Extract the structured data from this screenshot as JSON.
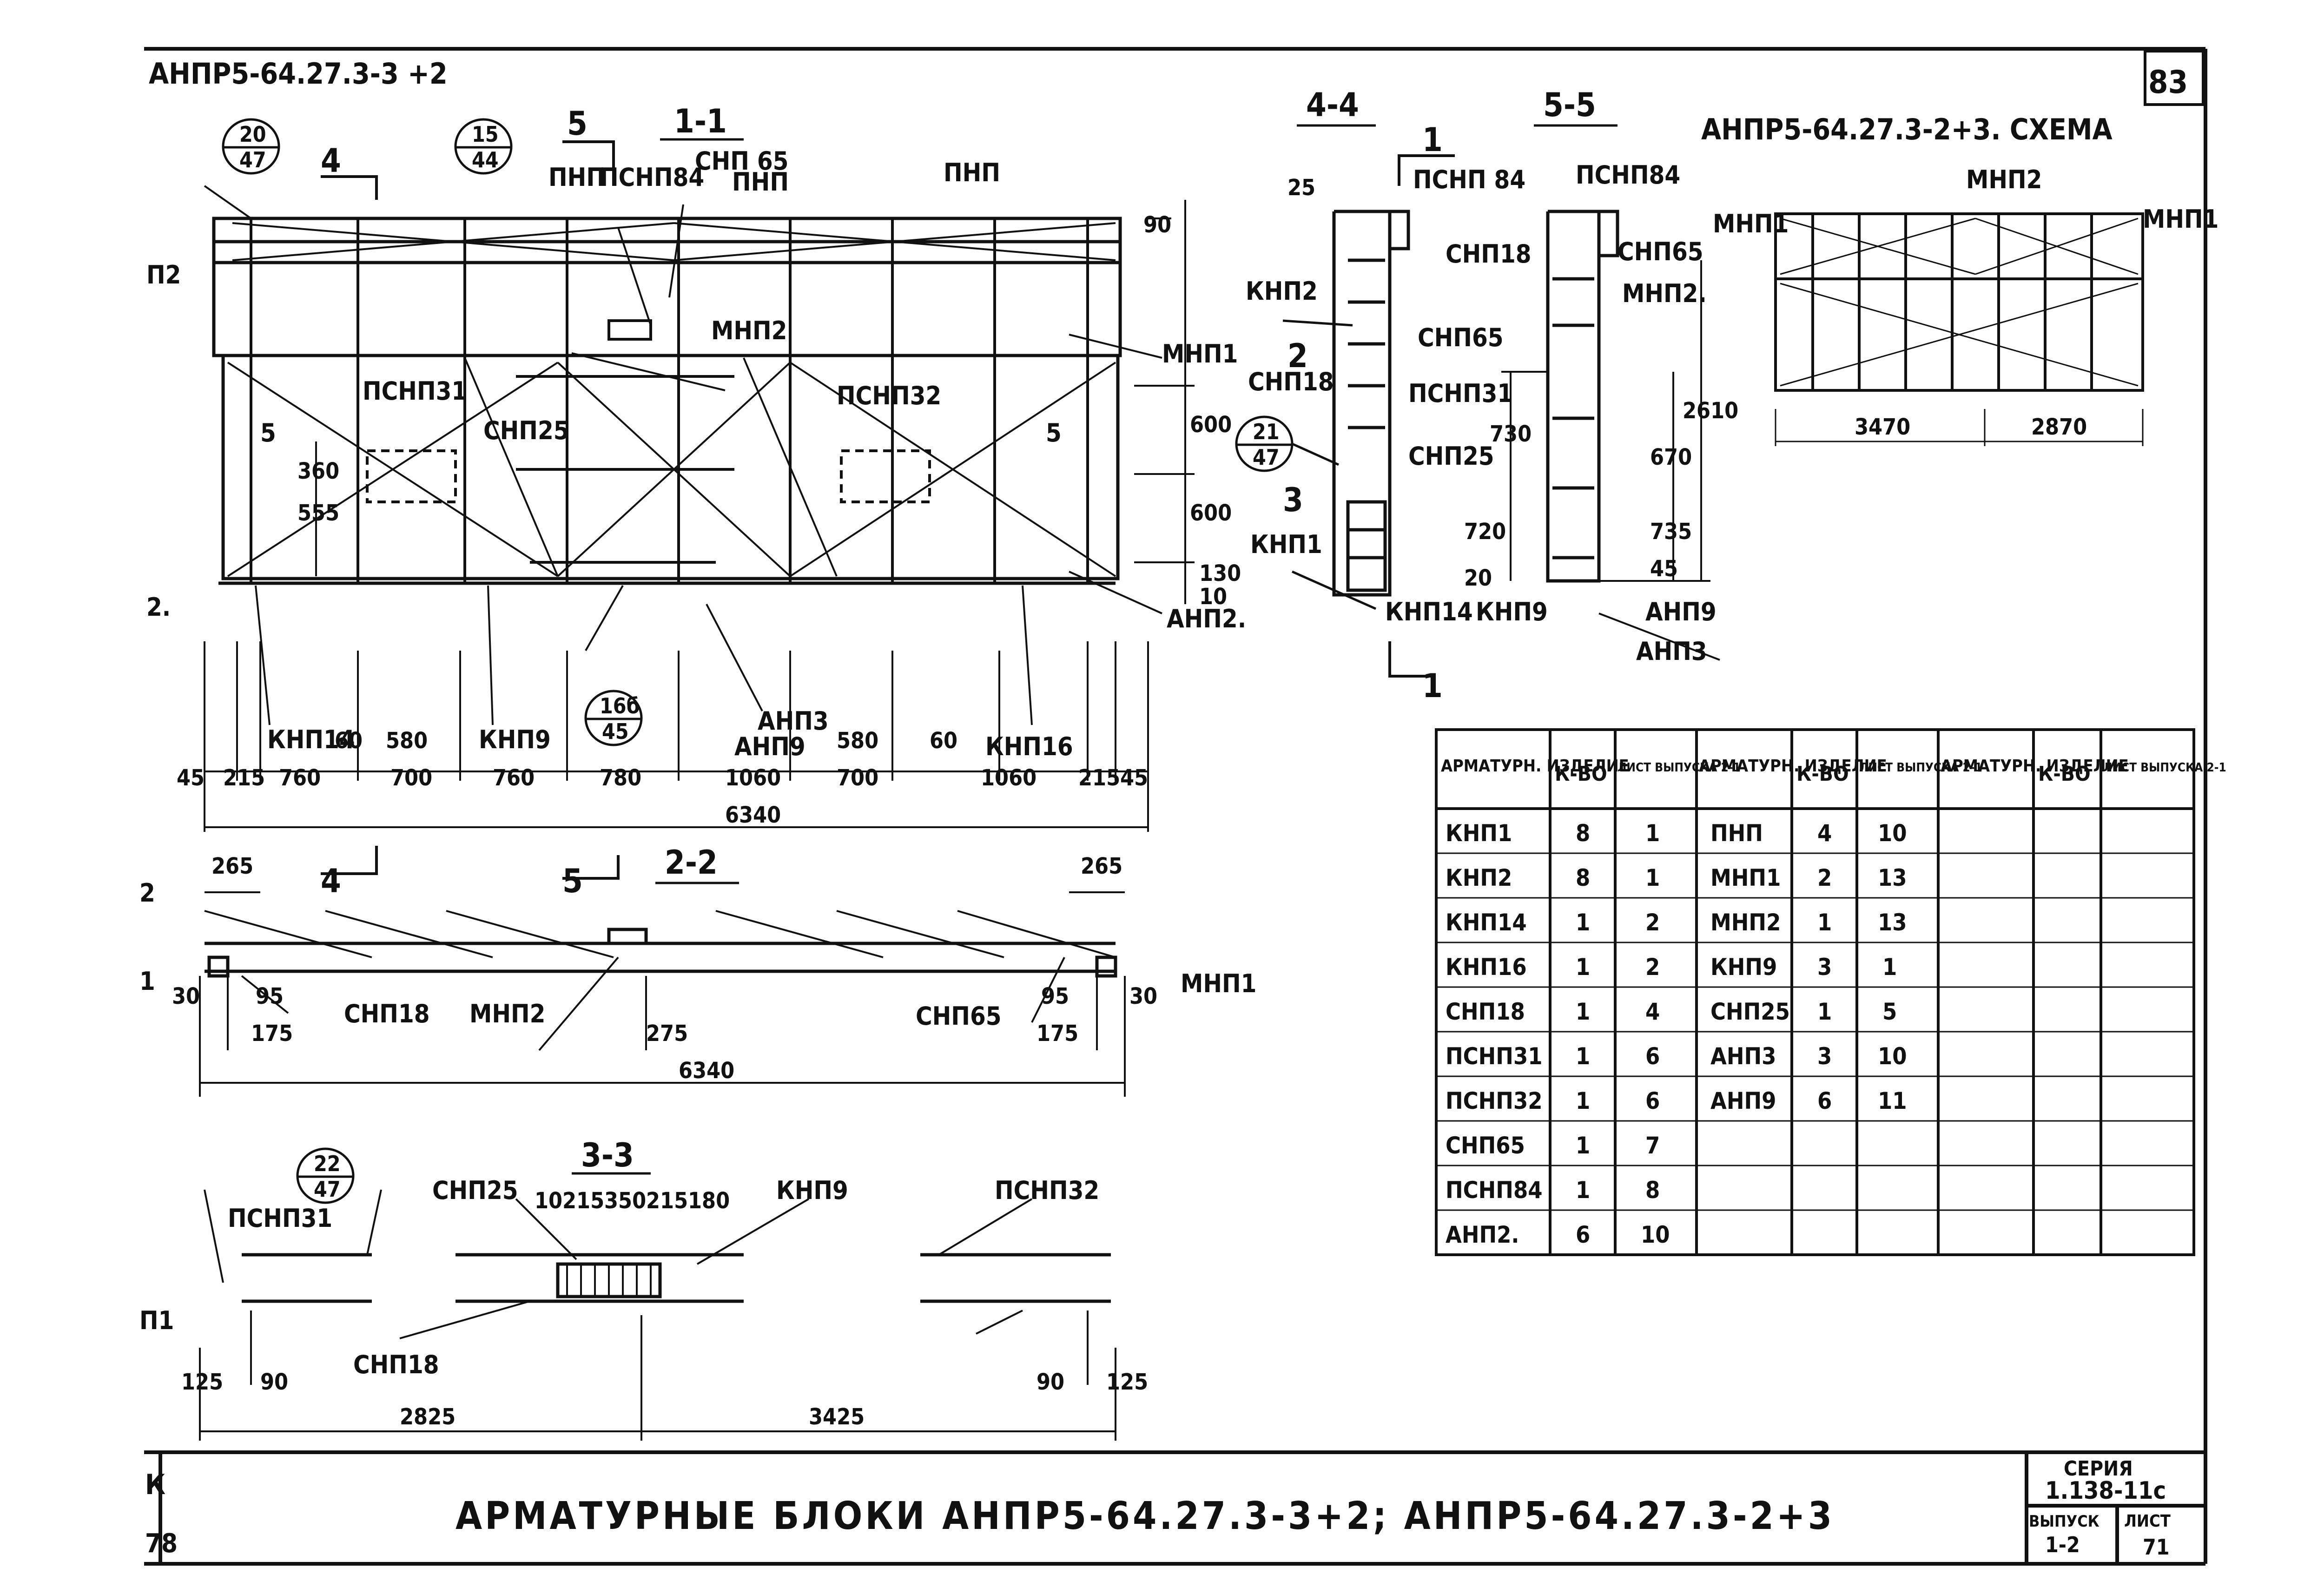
{
  "header": {
    "left_code": "АНПР5-64.27.3-3 +2",
    "page_number": "83",
    "scheme_title": "АНПР5-64.27.3-2+3. СХЕМА"
  },
  "sections": {
    "s11": "1-1",
    "s22": "2-2",
    "s33": "3-3",
    "s44": "4-4",
    "s55": "5-5"
  },
  "cut_marks": {
    "c5": "5",
    "c4": "4",
    "c1": "1",
    "c2": "2",
    "c3": "3"
  },
  "callouts": [
    {
      "num": "20",
      "den": "47"
    },
    {
      "num": "15",
      "den": "44"
    },
    {
      "num": "21",
      "den": "47"
    },
    {
      "num": "16б",
      "den": "45"
    },
    {
      "num": "22",
      "den": "47"
    }
  ],
  "labels_11": {
    "pnp_a": "ПНП",
    "psnp84": "ПСНП84",
    "snp65": "СНП 65",
    "pnp_b": "ПНП",
    "pnp_c": "ПНП",
    "mnp2": "МНП2",
    "mnp1": "МНП1",
    "psnp31": "ПСНП31",
    "psnp32": "ПСНП32",
    "snp25": "СНП25",
    "knp14": "КНП14",
    "knp9": "КНП9",
    "anp3": "АНП3",
    "anp9": "АНП9",
    "knp16": "КНП16",
    "anp2": "АНП2.",
    "left_2": "2.",
    "left_p2": "П2",
    "d5a": "5",
    "d5b": "5"
  },
  "dims_11": {
    "d60a": "60",
    "d580a": "580",
    "d45a": "45",
    "d215a": "215",
    "d760a": "760",
    "d700a": "700",
    "d760b": "760",
    "d780": "780",
    "d1060a": "1060",
    "d580b": "580",
    "d60b": "60",
    "d1060b": "1060",
    "d700b": "700",
    "d215b": "215",
    "d45b": "45",
    "total": "6340",
    "v90": "90",
    "v600a": "600",
    "v600b": "600",
    "v130": "130",
    "v10": "10",
    "v555": "555",
    "v360": "360"
  },
  "labels_44": {
    "psnp84": "ПСНП 84",
    "knp2": "КНП2",
    "snp65": "СНП65",
    "snp18": "СНП18",
    "psnp31": "ПСНП31",
    "knp1": "КНП1",
    "knp14": "КНП14",
    "d25": "25"
  },
  "labels_55": {
    "psnp84": "ПСНП84",
    "snp18": "СНП18",
    "snp65": "СНП65",
    "mnp2": "МНП2.",
    "snp25": "СНП25",
    "knp9": "КНП9",
    "anp9": "АНП9",
    "anp3": "АНП3",
    "v730": "730",
    "v720": "720",
    "v20": "20",
    "v670": "670",
    "v735": "735",
    "v45": "45",
    "v2610": "2610"
  },
  "scheme": {
    "mnp2": "МНП2",
    "mnp1a": "МНП1",
    "mnp1b": "МНП1",
    "d3470": "3470",
    "d2870": "2870"
  },
  "labels_22": {
    "snp18": "СНП18",
    "mnp2": "МНП2",
    "snp65": "СНП65",
    "mnp1": "МНП1",
    "d2": "2",
    "d1": "1"
  },
  "dims_22": {
    "d265a": "265",
    "d265b": "265",
    "d30a": "30",
    "d95a": "95",
    "d175a": "175",
    "d275": "275",
    "d95b": "95",
    "d175b": "175",
    "d30b": "30",
    "total": "6340"
  },
  "labels_33": {
    "psnp31": "ПСНП31",
    "snp25": "СНП25",
    "knp9": "КНП9",
    "psnp32": "ПСНП32",
    "snp18": "СНП18",
    "left": "П1"
  },
  "dims_33": {
    "top": [
      "10",
      "215",
      "350",
      "215",
      "180"
    ],
    "d125a": "125",
    "d90a": "90",
    "d2825": "2825",
    "d3425": "3425",
    "d90b": "90",
    "d125b": "125"
  },
  "table": {
    "headers": [
      "АРМАТУРН. ИЗДЕЛИЕ",
      "К-ВО",
      "ЛИСТ ВЫПУСКА 2-1"
    ],
    "col1": [
      [
        "КНП1",
        "8",
        "1"
      ],
      [
        "КНП2",
        "8",
        "1"
      ],
      [
        "КНП14",
        "1",
        "2"
      ],
      [
        "КНП16",
        "1",
        "2"
      ],
      [
        "СНП18",
        "1",
        "4"
      ],
      [
        "ПСНП31",
        "1",
        "6"
      ],
      [
        "ПСНП32",
        "1",
        "6"
      ],
      [
        "СНП65",
        "1",
        "7"
      ],
      [
        "ПСНП84",
        "1",
        "8"
      ],
      [
        "АНП2.",
        "6",
        "10"
      ]
    ],
    "col2": [
      [
        "ПНП",
        "4",
        "10"
      ],
      [
        "МНП1",
        "2",
        "13"
      ],
      [
        "МНП2",
        "1",
        "13"
      ],
      [
        "КНП9",
        "3",
        "1"
      ],
      [
        "СНП25",
        "1",
        "5"
      ],
      [
        "АНП3",
        "3",
        "10"
      ],
      [
        "АНП9",
        "6",
        "11"
      ]
    ]
  },
  "title_block": {
    "title": "АРМАТУРНЫЕ БЛОКИ АНПР5-64.27.3-3+2; АНПР5-64.27.3-2+3",
    "series_label": "СЕРИЯ",
    "series_value": "1.138-11с",
    "issue_label": "ВЫПУСК",
    "issue_value": "1-2",
    "sheet_label": "ЛИСТ",
    "sheet_value": "71",
    "left_top": "К",
    "left_bottom": "78"
  }
}
